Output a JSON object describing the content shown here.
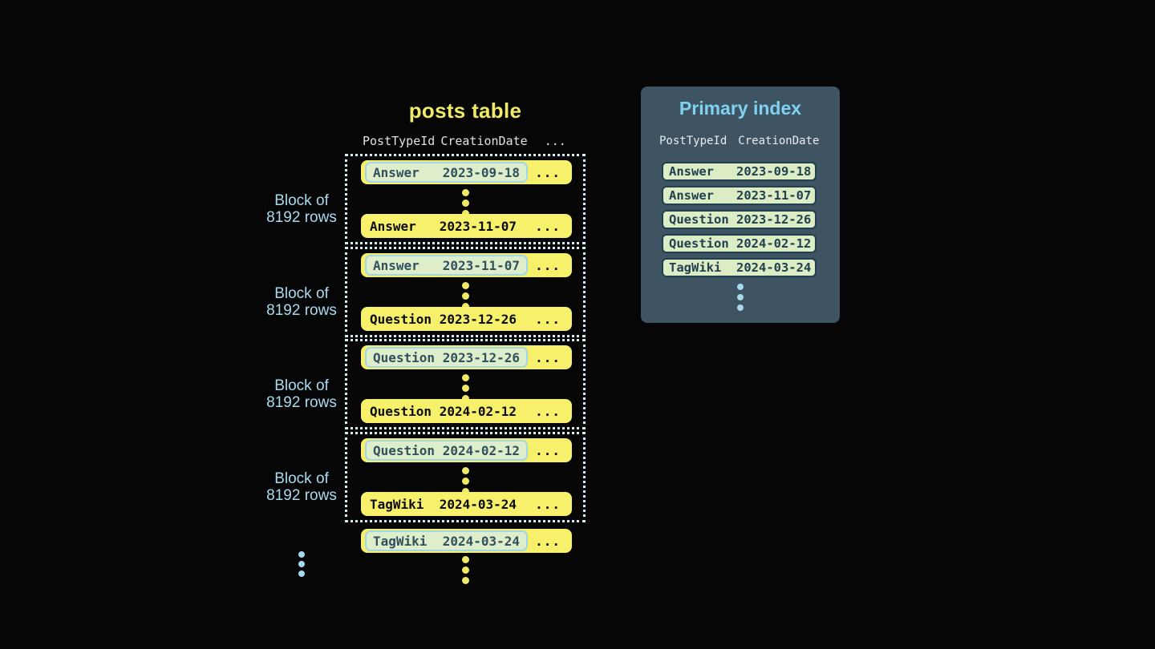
{
  "colors": {
    "background": "#060606",
    "row_yellow": "#f7f06a",
    "title_yellow": "#f0eb66",
    "highlight_green": "#dfeeca",
    "highlight_border": "#9fd6e9",
    "highlight_text": "#31505f",
    "block_border": "#d6edf4",
    "block_label_blue": "#a9dbee",
    "panel_bg": "#3e5463",
    "panel_title_blue": "#7fd3f1",
    "index_row_green": "#dcedc5",
    "index_row_ink": "#20404f",
    "header_gray": "#dde3e6",
    "dot_yellow": "#f0e965",
    "dot_blue": "#a9d8ec"
  },
  "posts_table": {
    "title": "posts table",
    "header": {
      "col1": "PostTypeId",
      "col2": "CreationDate",
      "ellipsis": "..."
    },
    "ellipsis": "...",
    "block_label": {
      "line1": "Block of",
      "line2": "8192 rows"
    },
    "blocks": [
      {
        "first_row": "Answer   2023-09-18",
        "last_row": "Answer   2023-11-07"
      },
      {
        "first_row": "Answer   2023-11-07",
        "last_row": "Question 2023-12-26"
      },
      {
        "first_row": "Question 2023-12-26",
        "last_row": "Question 2024-02-12"
      },
      {
        "first_row": "Question 2024-02-12",
        "last_row": "TagWiki  2024-03-24"
      }
    ],
    "overflow_row": "TagWiki  2024-03-24"
  },
  "primary_index": {
    "title": "Primary index",
    "header": {
      "col1": "PostTypeId",
      "col2": "CreationDate"
    },
    "rows": [
      "Answer   2023-09-18",
      "Answer   2023-11-07",
      "Question 2023-12-26",
      "Question 2024-02-12",
      "TagWiki  2024-03-24"
    ]
  }
}
